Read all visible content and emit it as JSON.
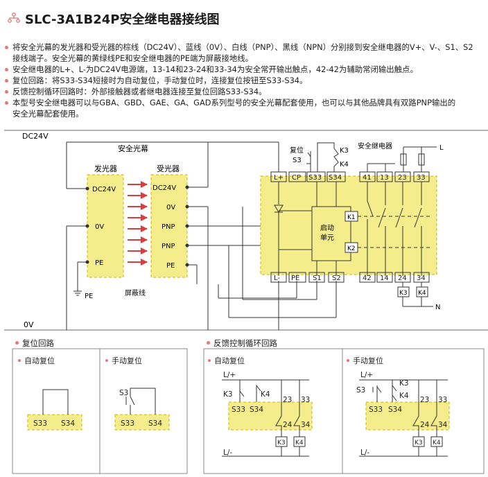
{
  "title": "SLC-3A1B24P安全继电器接线图",
  "notes": [
    "将安全光幕的发光器和受光器的棕线（DC24V）、蓝线（0V）、白线（PNP）、黑线（NPN）分别接到安全继电器的V+、V-、S1、S2",
    "接线端子。安全光幕的黄绿线PE和安全继电器的PE端为屏蔽接地线。",
    "安全继电器的L+、L-为DC24V电源端，13-14和23-24和33-34为安全常开输出触点，42-42为辅助常闭输出触点。",
    "复位回路：将S33-S34短接时为自动复位，手动复位时，连接复位按钮至S33-S34。",
    "反馈控制循环回路时：外部接触器或者继电器连接至复位回路S33-S34。",
    "本型号安全继电器可以与GBA、GBD、GAE、GA、GAD系列型号的安全光幕配套使用，也可以与其他品牌具有双路PNP输出的",
    "安全光幕配套使用。"
  ],
  "diagram": {
    "dc24v": "DC24V",
    "zero_v": "0V",
    "curtain_label": "安全光幕",
    "emitter_label": "发光器",
    "receiver_label": "受光器",
    "emitter_pins": [
      "DC24V",
      "0V",
      "PE"
    ],
    "receiver_pins": [
      "DC24V",
      "0V",
      "PNP",
      "PNP",
      "PE"
    ],
    "pe_label": "PE",
    "shield_label": "屏蔽线",
    "reset_label": "复位",
    "s3": "S3",
    "k3": "K3",
    "k4": "K4",
    "relay_label": "安全继电器",
    "l_label": "L",
    "n_label": "N",
    "top_terminals": [
      "L+",
      "CP",
      "S33",
      "S34",
      "41",
      "13",
      "23",
      "33"
    ],
    "bottom_terminals": [
      "L-",
      "PE",
      "S1",
      "S2",
      "42",
      "14",
      "24",
      "34"
    ],
    "start_unit_1": "启动",
    "start_unit_2": "单元",
    "k1": "K1",
    "k2": "K2"
  },
  "sections": {
    "reset_circuit": "复位回路",
    "feedback_circuit": "反馈控制循环回路",
    "auto_reset": "自动复位",
    "manual_reset": "手动复位",
    "s33": "S33",
    "s34": "S34",
    "s3": "S3",
    "k3": "K3",
    "k4": "K4",
    "l_plus": "L/+",
    "l_minus": "L/-",
    "t23": "23",
    "t33": "33",
    "t24": "24",
    "t34": "34"
  },
  "colors": {
    "yellow": "#f5ec8c",
    "yellow_border": "#c9b800",
    "arrow": "#e03a3a",
    "bullet": "#e07b7b"
  }
}
